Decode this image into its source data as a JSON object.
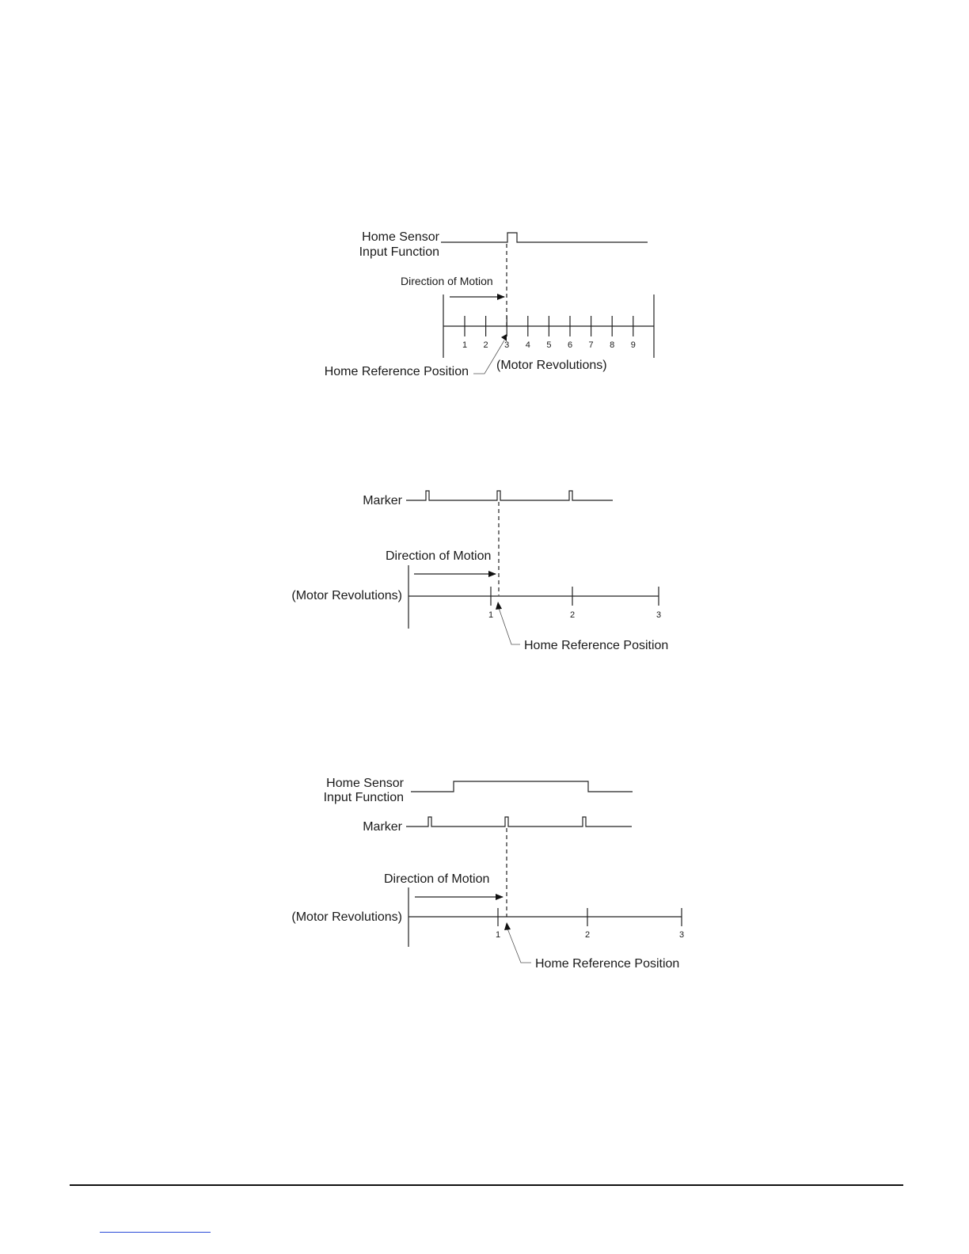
{
  "diagram1": {
    "sensor_label_line1": "Home Sensor",
    "sensor_label_line2": "Input Function",
    "direction_label": "Direction of Motion",
    "home_ref_label": "Home Reference Position",
    "axis_label": "(Motor Revolutions)",
    "ticks": [
      "1",
      "2",
      "3",
      "4",
      "5",
      "6",
      "7",
      "8",
      "9"
    ]
  },
  "diagram2": {
    "marker_label": "Marker",
    "direction_label": "Direction of Motion",
    "axis_label": "(Motor Revolutions)",
    "home_ref_label": "Home Reference Position",
    "ticks": [
      "1",
      "2",
      "3"
    ]
  },
  "diagram3": {
    "sensor_label_line1": "Home Sensor",
    "sensor_label_line2": "Input Function",
    "marker_label": "Marker",
    "direction_label": "Direction of Motion",
    "axis_label": "(Motor Revolutions)",
    "home_ref_label": "Home Reference Position",
    "ticks": [
      "1",
      "2",
      "3"
    ]
  },
  "colors": {
    "ink": "#222222",
    "link_underline": "#2a4bd7"
  }
}
